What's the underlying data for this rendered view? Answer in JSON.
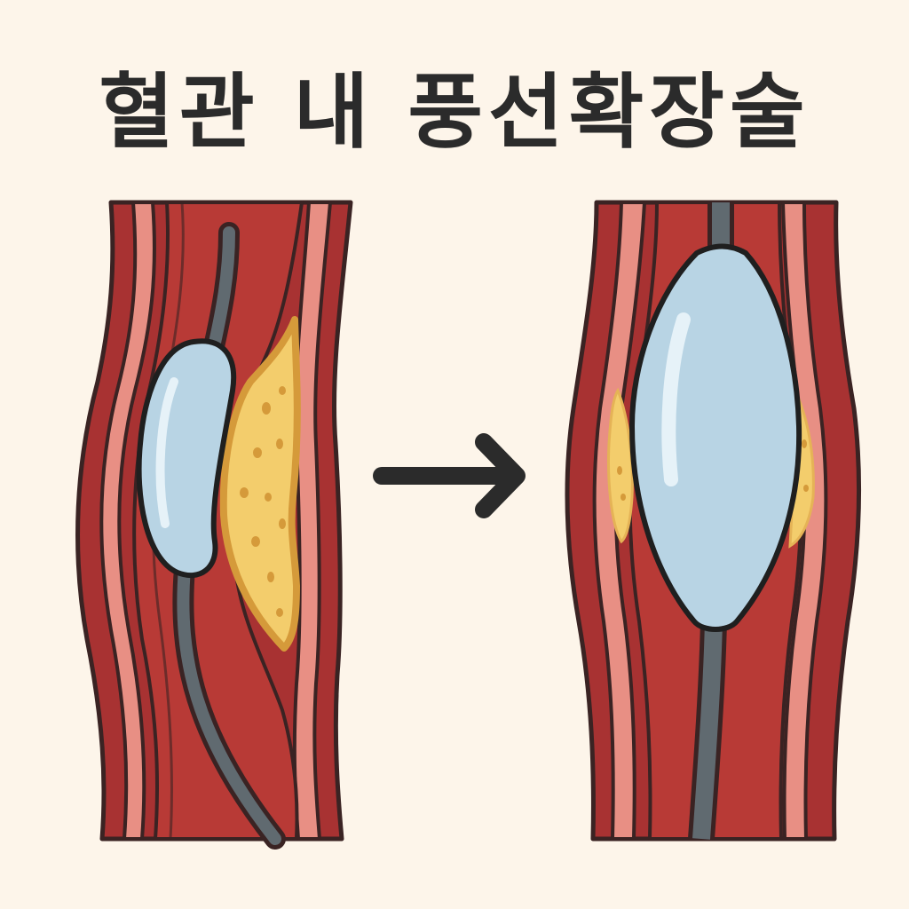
{
  "title": "혈관 내 풍선확장술",
  "colors": {
    "background": "#fdf5ea",
    "vessel_outer": "#a83232",
    "vessel_light": "#e88f84",
    "vessel_lumen": "#b83a36",
    "outline": "#3a2323",
    "plaque_fill": "#f3cd6c",
    "plaque_border": "#d59a3a",
    "balloon_fill": "#b8d4e4",
    "balloon_highlight": "#e6f2f8",
    "catheter": "#606a70",
    "arrow": "#2b2b2b"
  },
  "panels": [
    {
      "state": "before",
      "components": [
        "vessel",
        "plaque",
        "deflated-balloon",
        "catheter"
      ]
    },
    {
      "state": "after",
      "components": [
        "vessel",
        "compressed-plaque",
        "inflated-balloon",
        "catheter"
      ]
    }
  ]
}
